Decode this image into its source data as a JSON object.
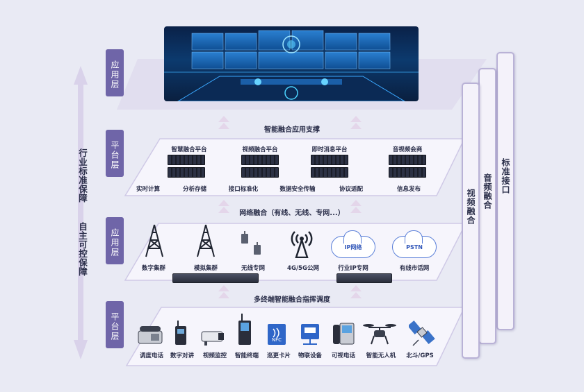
{
  "left_tags": {
    "app_top": "应用层",
    "platform_top": "平台层",
    "app_mid": "应用层",
    "platform_bottom": "平台层"
  },
  "left_note": {
    "line1": "行业标准保障",
    "line2": "自主可控保障"
  },
  "pillars": [
    "视频融合",
    "音频融合",
    "标准接口"
  ],
  "platform_layer": {
    "support_label": "智能融合应用支撑",
    "platforms": [
      "智慧融合平台",
      "视频融合平台",
      "即时消息平台",
      "音视频会商"
    ],
    "functions": [
      "实时计算",
      "分析存储",
      "接口标准化",
      "数据安全传输",
      "协议适配",
      "信息发布"
    ]
  },
  "network_layer": {
    "label": "网络融合（有线、无线、专网...）",
    "items": [
      {
        "label": "数字集群",
        "icon": "tower-icon"
      },
      {
        "label": "模拟集群",
        "icon": "tower-icon"
      },
      {
        "label": "无线专网",
        "icon": "radio-relay-icon"
      },
      {
        "label": "4G/5G公网",
        "icon": "antenna-icon"
      },
      {
        "label": "行业IP专网",
        "icon": "cloud-icon",
        "cloud_text": "IP网络"
      },
      {
        "label": "有线市话网",
        "icon": "cloud-icon",
        "cloud_text": "PSTN"
      }
    ]
  },
  "terminal_layer": {
    "label": "多终端智能融合指挥调度",
    "items": [
      {
        "label": "调度电话",
        "icon": "desk-phone-icon"
      },
      {
        "label": "数字对讲",
        "icon": "walkie-talkie-icon"
      },
      {
        "label": "视频监控",
        "icon": "camera-icon"
      },
      {
        "label": "智能终端",
        "icon": "handheld-terminal-icon"
      },
      {
        "label": "巡更卡片",
        "icon": "nfc-card-icon",
        "badge": "NFC"
      },
      {
        "label": "物联设备",
        "icon": "iot-device-icon"
      },
      {
        "label": "可视电话",
        "icon": "video-phone-icon"
      },
      {
        "label": "智能无人机",
        "icon": "drone-icon"
      },
      {
        "label": "北斗/GPS",
        "icon": "satellite-icon"
      }
    ]
  },
  "colors": {
    "tag": "#6f65a8",
    "pillar_border": "#b9b2d6",
    "plane": "#f4f3fb",
    "arrow": "#d8cde6"
  }
}
